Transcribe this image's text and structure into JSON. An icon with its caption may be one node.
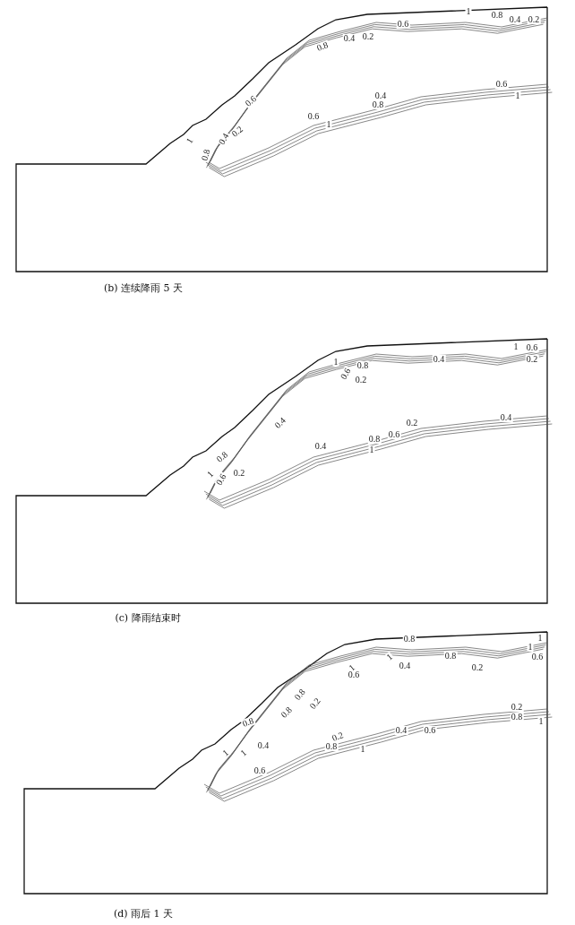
{
  "diagram": {
    "labels": [
      "1",
      "0.8",
      "0.4",
      "0.2",
      "0.6",
      "0.4",
      "0.2",
      "0.8",
      "0.4",
      "0.6",
      "0.8",
      "0.6",
      "1",
      "0.6",
      "1",
      "0.2",
      "0.4",
      "1",
      "0.8",
      "(b) 连续降雨 5 天",
      "1",
      "0.6",
      "0.2",
      "0.4",
      "1",
      "0.8",
      "0.6",
      "0.2",
      "0.4",
      "0.2",
      "0.4",
      "0.6",
      "0.8",
      "0.4",
      "1",
      "0.8",
      "0.2",
      "1",
      "0.6",
      "(c) 降雨结束时",
      "0.8",
      "1",
      "1",
      "0.6",
      "0.8",
      "1",
      "0.4",
      "0.2",
      "1",
      "0.6",
      "0.8",
      "0.2",
      "0.2",
      "0.8",
      "0.8",
      "1",
      "0.8",
      "0.4",
      "0.6",
      "0.2",
      "0.8",
      "0.4",
      "1",
      "1",
      "1",
      "0.6",
      "(d) 雨后 1 天"
    ]
  }
}
